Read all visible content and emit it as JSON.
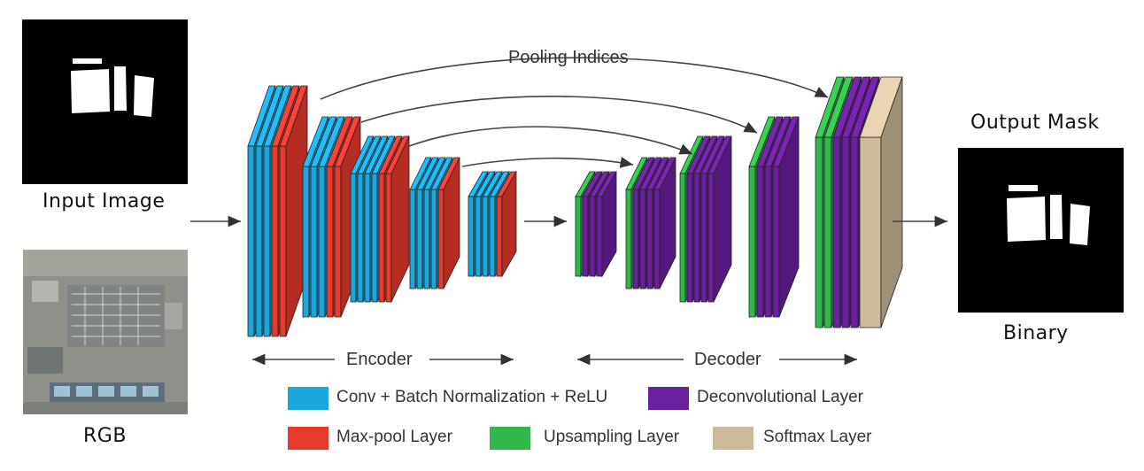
{
  "labels": {
    "input_image": "Input Image",
    "rgb": "RGB",
    "output_mask": "Output Mask",
    "binary": "Binary",
    "pooling_indices": "Pooling Indices",
    "encoder": "Encoder",
    "decoder": "Decoder"
  },
  "legend": [
    {
      "label": "Conv + Batch Normalization + ReLU",
      "color": "#1ba6dc"
    },
    {
      "label": "Deconvolutional Layer",
      "color": "#6a1f9e"
    },
    {
      "label": "Max-pool Layer",
      "color": "#e8392d"
    },
    {
      "label": "Upsampling Layer",
      "color": "#32b74a"
    },
    {
      "label": "Softmax Layer",
      "color": "#cbb99a"
    }
  ],
  "colors": {
    "conv": "#1ba6dc",
    "pool": "#e8392d",
    "upsample": "#32b74a",
    "deconv": "#6a1f9e",
    "softmax": "#cbb99a"
  }
}
